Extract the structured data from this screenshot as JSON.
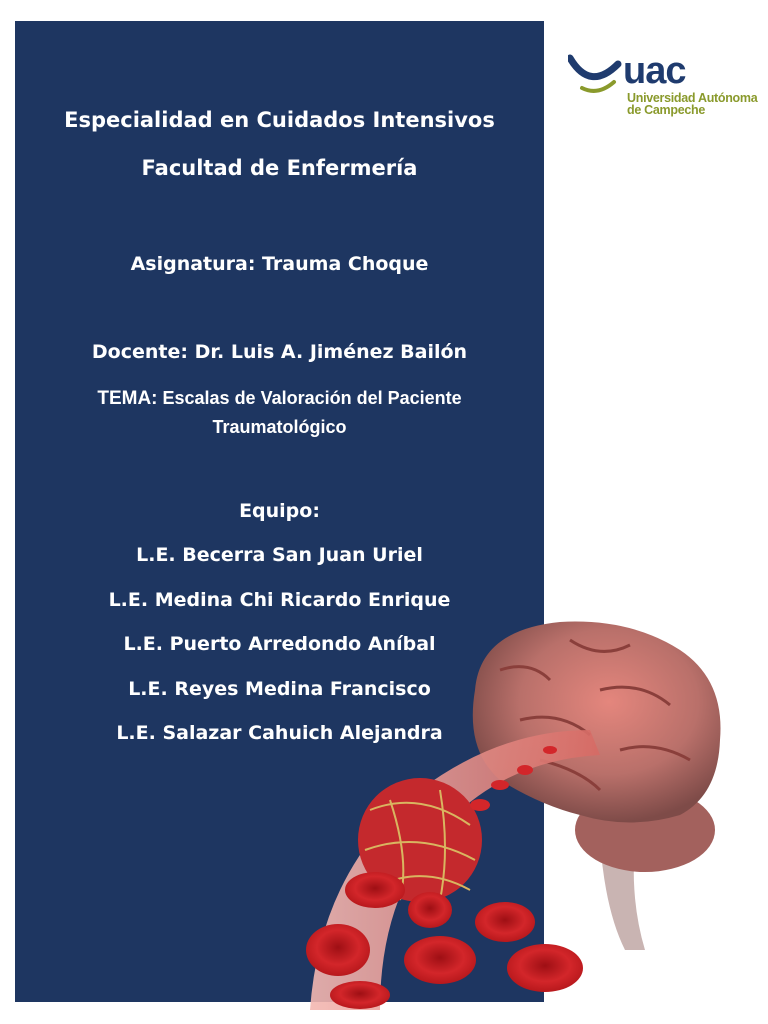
{
  "cover": {
    "title_line1": "Especialidad en Cuidados Intensivos",
    "title_line2": "Facultad de Enfermería",
    "subject": "Asignatura: Trauma Choque",
    "teacher": "Docente: Dr. Luis A. Jiménez Bailón",
    "topic_label": "TEMA:",
    "topic_line1": " Escalas de Valoración del Paciente",
    "topic_line2": "Traumatológico",
    "team_label": "Equipo:",
    "members": [
      "L.E. Becerra San Juan Uriel",
      "L.E. Medina Chi Ricardo Enrique",
      "L.E. Puerto Arredondo Aníbal",
      "L.E. Reyes Medina Francisco",
      "L.E. Salazar Cahuich Alejandra"
    ]
  },
  "logo": {
    "acronym": "uac",
    "name_line1": "Universidad Autónoma",
    "name_line2": "de Campeche"
  },
  "colors": {
    "panel": "#1e3661",
    "logo_blue": "#1f3b6e",
    "logo_green": "#8a9a2c"
  },
  "illustration": {
    "icon": "brain-bloodclot-illustration"
  }
}
